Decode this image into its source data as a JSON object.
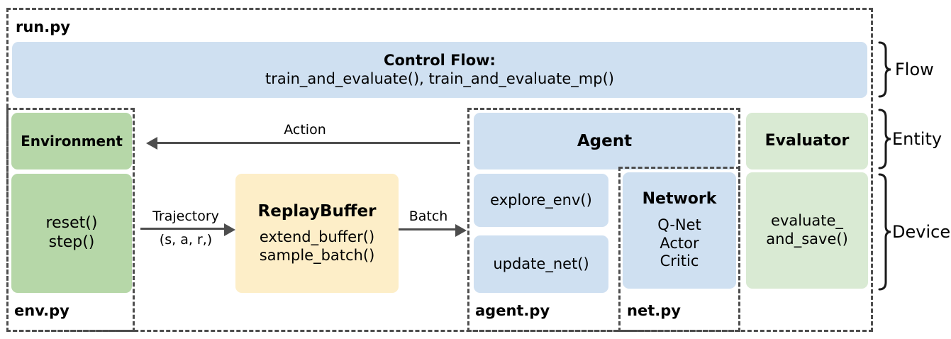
{
  "diagram": {
    "title_outer": "run.py",
    "groups": {
      "run": "run.py",
      "env": "env.py",
      "agent": "agent.py",
      "net": "net.py"
    },
    "control_flow": {
      "title": "Control Flow:",
      "methods": "train_and_evaluate(),  train_and_evaluate_mp()"
    },
    "environment": {
      "title": "Environment",
      "methods_line1": "reset()",
      "methods_line2": "step()"
    },
    "replay_buffer": {
      "title": "ReplayBuffer",
      "methods_line1": "extend_buffer()",
      "methods_line2": "sample_batch()"
    },
    "agent": {
      "title": "Agent",
      "explore": "explore_env()",
      "update": "update_net()"
    },
    "network": {
      "title": "Network",
      "items": [
        "Q-Net",
        "Actor",
        "Critic"
      ]
    },
    "evaluator": {
      "title": "Evaluator",
      "methods_line1": "evaluate_",
      "methods_line2": "and_save()"
    },
    "arrows": {
      "action": "Action",
      "trajectory_top": "Trajectory",
      "trajectory_bottom": "(s, a, r,)",
      "batch": "Batch"
    },
    "braces": {
      "flow": "Flow",
      "entity": "Entity",
      "device": "Device"
    },
    "colors": {
      "blue": "#cfe0f1",
      "green": "#b6d7a8",
      "light_green": "#d9ead3",
      "yellow": "#fdeec8",
      "stroke": "#4d4d4d",
      "text": "#000000",
      "background": "#ffffff"
    }
  }
}
